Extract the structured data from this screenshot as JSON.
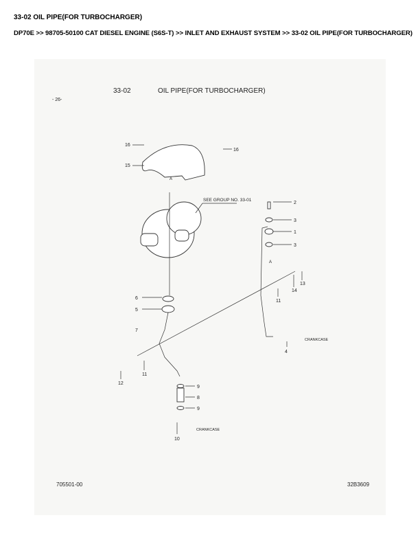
{
  "page_title": "33-02 OIL PIPE(FOR TURBOCHARGER)",
  "breadcrumb": "DP70E >> 98705-50100 CAT DIESEL ENGINE (S6S-T) >> INLET AND EXHAUST SYSTEM >> 33-02 OIL PIPE(FOR TURBOCHARGER)",
  "diagram": {
    "group_no": "33-02",
    "title": "OIL PIPE(FOR TURBOCHARGER)",
    "page_no": "- 26-",
    "see_group": "SEE GROUP NO. 33-01",
    "view_label": "A",
    "crankcase": "CRANKCASE",
    "footer_left": "705501-00",
    "footer_right": "32B3609",
    "callouts": [
      "1",
      "2",
      "3",
      "4",
      "5",
      "6",
      "7",
      "8",
      "9",
      "10",
      "11",
      "12",
      "13",
      "14",
      "15",
      "16"
    ]
  }
}
